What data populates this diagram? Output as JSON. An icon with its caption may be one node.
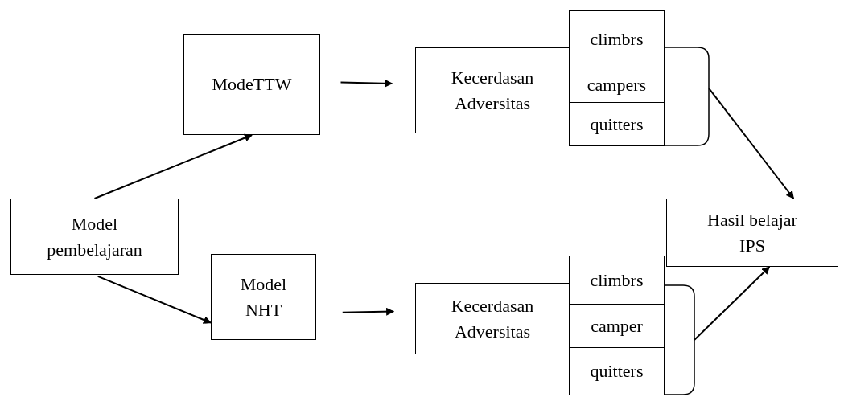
{
  "diagram": {
    "nodes": [
      {
        "text": [
          "Model pembelajaran"
        ]
      },
      {
        "text": [
          "ModeTTW"
        ]
      },
      {
        "text": [
          "Kecerdasan Adversitas"
        ]
      },
      {
        "text": [
          "climbrs"
        ]
      },
      {
        "text": [
          "campers"
        ]
      },
      {
        "text": [
          "quitters"
        ]
      },
      {
        "text": [],
        "shape": "brace"
      },
      {
        "text": [
          "Hasil belajar IPS"
        ]
      },
      {
        "text": [
          "Model NHT"
        ]
      },
      {
        "text": [
          "Kecerdasan Adversitas"
        ]
      },
      {
        "text": [
          "climbrs"
        ]
      },
      {
        "text": [
          "camper"
        ]
      },
      {
        "text": [
          "quitters"
        ]
      },
      {
        "text": [],
        "shape": "brace"
      }
    ],
    "edges": [
      {
        "from": 0,
        "to": 1,
        "arrow": "to"
      },
      {
        "from": 1,
        "to": 2,
        "arrow": "to"
      },
      {
        "from": 6,
        "to": 7,
        "arrow": "to"
      },
      {
        "from": 0,
        "to": 8,
        "arrow": "to"
      },
      {
        "from": 8,
        "to": 9,
        "arrow": "to"
      },
      {
        "from": 13,
        "to": 7,
        "arrow": "to"
      }
    ]
  }
}
